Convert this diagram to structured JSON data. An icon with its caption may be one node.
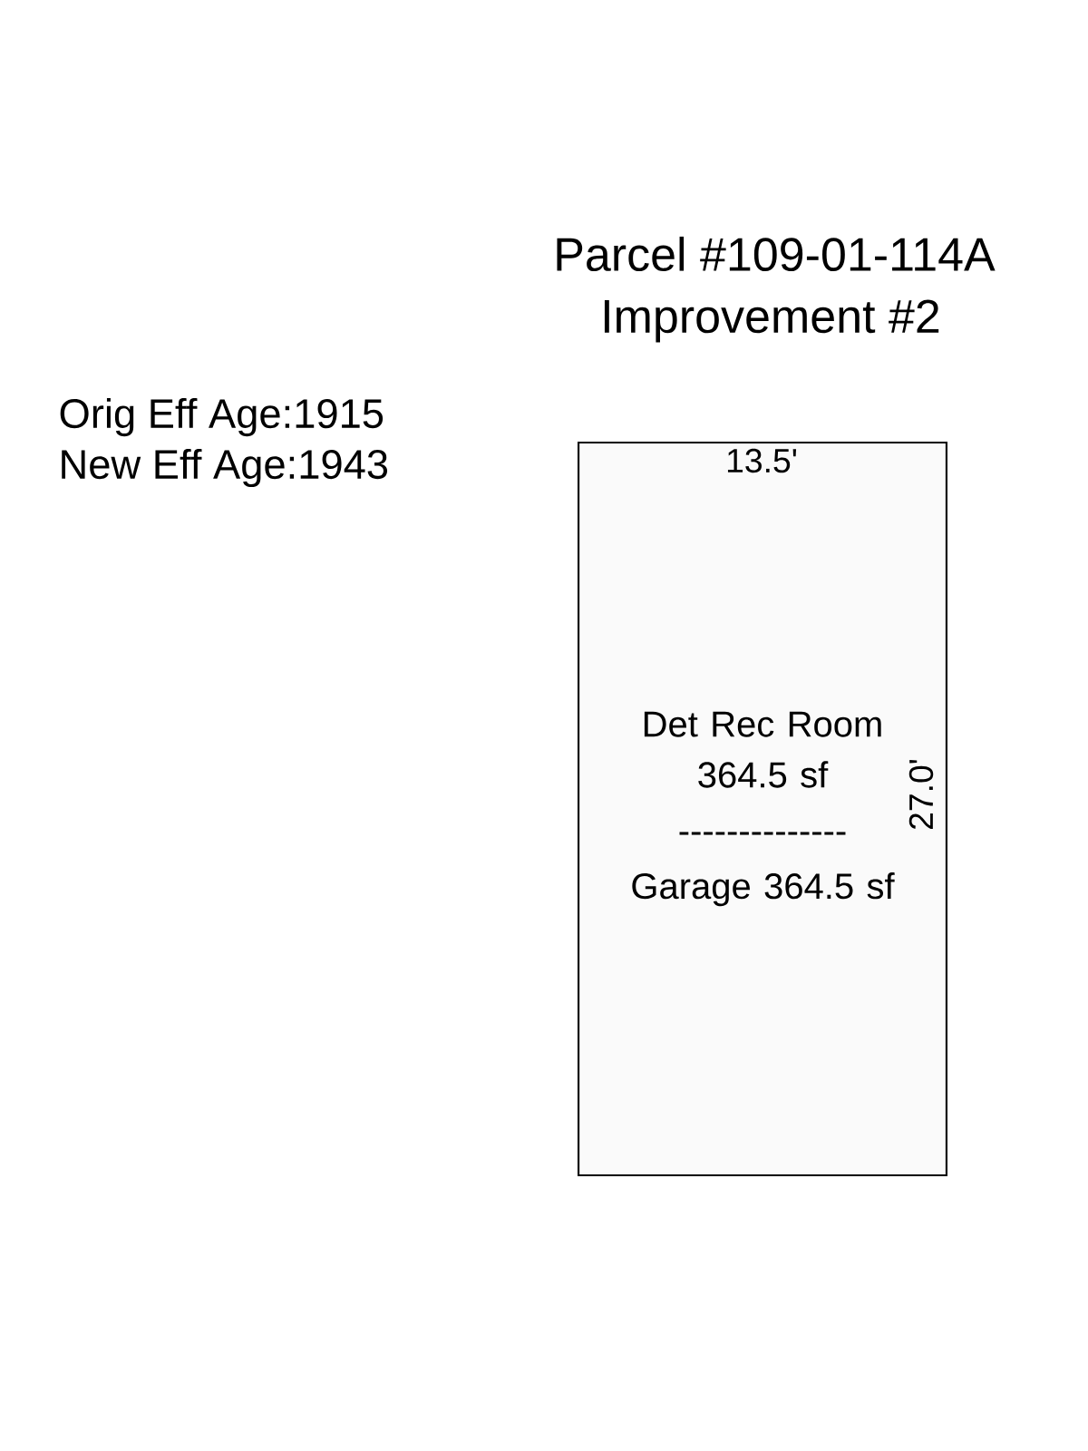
{
  "diagram": {
    "title": "Parcel #109-01-114A",
    "nodes": [
      {
        "text": [
          "Det Rec Room 364.5 sf",
          "--------------",
          "Garage 364.5 sf"
        ]
      }
    ],
    "labels": [
      "Improvement #2",
      "Orig Eff Age:1915",
      "New Eff Age:1943",
      "13.5'",
      "27.0'"
    ]
  }
}
